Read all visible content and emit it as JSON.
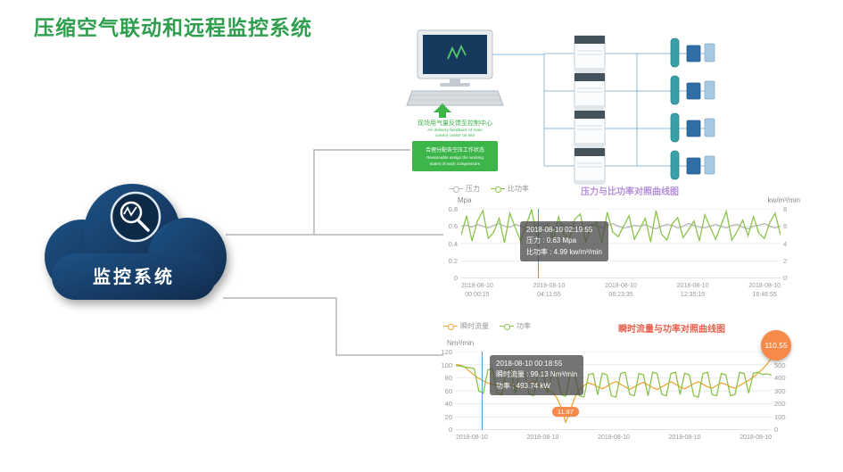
{
  "page": {
    "title": "压缩空气联动和远程监控系统"
  },
  "cloud": {
    "label": "监控系统"
  },
  "colors": {
    "title_green": "#2f9e4e",
    "cloud_navy": "#16406b",
    "diagram_green": "#3cb54a",
    "connector_gray": "#b5b5b5",
    "cursor_blue": "#5b9bd5",
    "flow_orange": "#f0a637",
    "badge_orange": "#f58a4b",
    "power_green": "#8bc34a"
  },
  "diagram": {
    "feedback_cn": "现场用气量反馈至控制中心",
    "feedback_en1": "Air delivery feedback of main",
    "feedback_en2": "control center on site",
    "assign_cn": "合理分配各空压工作状态",
    "assign_en1": "Reasonable assign the working",
    "assign_en2": "states of each compressors"
  },
  "chart_data": [
    {
      "type": "line",
      "title": "压力与比功率对照曲线图",
      "title_color": "#b48fd9",
      "y_left": {
        "label": "Mpa",
        "min": 0,
        "max": 0.8,
        "ticks": [
          "0.8",
          "0.6",
          "0.4",
          "0.2",
          "0"
        ]
      },
      "y_right": {
        "label": "kw/m³/min",
        "min": 0,
        "max": 8,
        "ticks": [
          "8",
          "6",
          "4",
          "2",
          "0"
        ]
      },
      "x_labels": [
        "2018-08-10\n00:00:15",
        "2018-08-10\n04:11:55",
        "2018-08-10\n08:23:35",
        "2018-08-10\n12:35:15",
        "2018-08-10\n16:46:55"
      ],
      "tooltip": {
        "lines": [
          "2018-08-10 02:19:55",
          "压力 : 0.63 Mpa",
          "比功率 : 4.99 kw/m³/min"
        ]
      },
      "series": [
        {
          "name": "压力",
          "color": "#b8b8b8",
          "axis": "left",
          "values": [
            0.6,
            0.61,
            0.59,
            0.62,
            0.6,
            0.58,
            0.61,
            0.63,
            0.6,
            0.59,
            0.62,
            0.6,
            0.57,
            0.59,
            0.61,
            0.62,
            0.6,
            0.58,
            0.6,
            0.62,
            0.61,
            0.59,
            0.57,
            0.6,
            0.62,
            0.6,
            0.58,
            0.61,
            0.63,
            0.6,
            0.58,
            0.59,
            0.61,
            0.6,
            0.62,
            0.59,
            0.57,
            0.6,
            0.62,
            0.61,
            0.58,
            0.6,
            0.63,
            0.61,
            0.59,
            0.58,
            0.6,
            0.62,
            0.6,
            0.58,
            0.61,
            0.62,
            0.59,
            0.57,
            0.6,
            0.61,
            0.63,
            0.6,
            0.58,
            0.6
          ]
        },
        {
          "name": "比功率",
          "color": "#8bc34a",
          "axis": "right",
          "values": [
            5.0,
            7.2,
            4.3,
            6.6,
            7.8,
            4.6,
            5.3,
            6.9,
            4.1,
            7.5,
            5.8,
            4.3,
            6.1,
            7.9,
            4.8,
            5.5,
            6.3,
            4.4,
            7.1,
            5.0,
            4.6,
            6.8,
            7.4,
            4.2,
            5.9,
            6.5,
            4.1,
            7.6,
            5.3,
            4.8,
            6.0,
            7.2,
            4.5,
            5.7,
            6.9,
            4.2,
            7.8,
            5.1,
            4.4,
            6.3,
            7.0,
            4.7,
            5.6,
            6.6,
            4.3,
            7.3,
            5.9,
            4.5,
            6.1,
            7.7,
            4.4,
            5.4,
            6.7,
            4.9,
            7.1,
            5.2,
            4.6,
            6.4,
            7.5,
            5.0
          ]
        }
      ]
    },
    {
      "type": "line",
      "title": "瞬时流量与功率对照曲线图",
      "title_color": "#e8604c",
      "y_left": {
        "label": "Nm³/min",
        "min": 0,
        "max": 120,
        "ticks": [
          "120",
          "100",
          "80",
          "60",
          "40",
          "20",
          "0"
        ]
      },
      "y_right": {
        "label": "",
        "min": 0,
        "max": 600,
        "ticks": [
          "600",
          "500",
          "400",
          "300",
          "200",
          "100",
          "0"
        ]
      },
      "x_labels": [
        "2018-08-10",
        "2018-08-10",
        "2018-08-10",
        "2018-08-10",
        "2018-08-10"
      ],
      "tooltip": {
        "lines": [
          "2018-08-10 00:18:55",
          "瞬时流量 : 99.13 Nm³/min",
          "功率 : 493.74 kW"
        ]
      },
      "annotations": [
        {
          "text": "11.87"
        },
        {
          "text": "110.55"
        }
      ],
      "series": [
        {
          "name": "瞬时流量",
          "color": "#f0a637",
          "axis": "left",
          "values": [
            100,
            99.13,
            96,
            90,
            84,
            79,
            75,
            72,
            70,
            68,
            71,
            74,
            70,
            66,
            64,
            68,
            72,
            75,
            70,
            65,
            62,
            58,
            50,
            35,
            11.87,
            30,
            50,
            62,
            68,
            72,
            70,
            66,
            63,
            67,
            71,
            74,
            70,
            66,
            62,
            66,
            70,
            73,
            69,
            65,
            62,
            66,
            70,
            74,
            70,
            66,
            63,
            67,
            71,
            74,
            70,
            66,
            64,
            68,
            72,
            70,
            66,
            64,
            68,
            72,
            76,
            81,
            87,
            93,
            101,
            110.55
          ]
        },
        {
          "name": "功率",
          "color": "#8bc34a",
          "axis": "right",
          "values": [
            493.74,
            489,
            482,
            476,
            470,
            300,
            280,
            460,
            470,
            285,
            270,
            455,
            465,
            280,
            455,
            440,
            275,
            262,
            445,
            452,
            282,
            435,
            442,
            272,
            258,
            432,
            424,
            262,
            252,
            424,
            432,
            270,
            434,
            422,
            262,
            252,
            432,
            442,
            272,
            262,
            432,
            422,
            262,
            442,
            432,
            272,
            262,
            432,
            442,
            272,
            434,
            422,
            262,
            252,
            432,
            442,
            272,
            262,
            432,
            422,
            262,
            272,
            442,
            432,
            282,
            434,
            442,
            425,
            430,
            420
          ]
        }
      ]
    }
  ]
}
